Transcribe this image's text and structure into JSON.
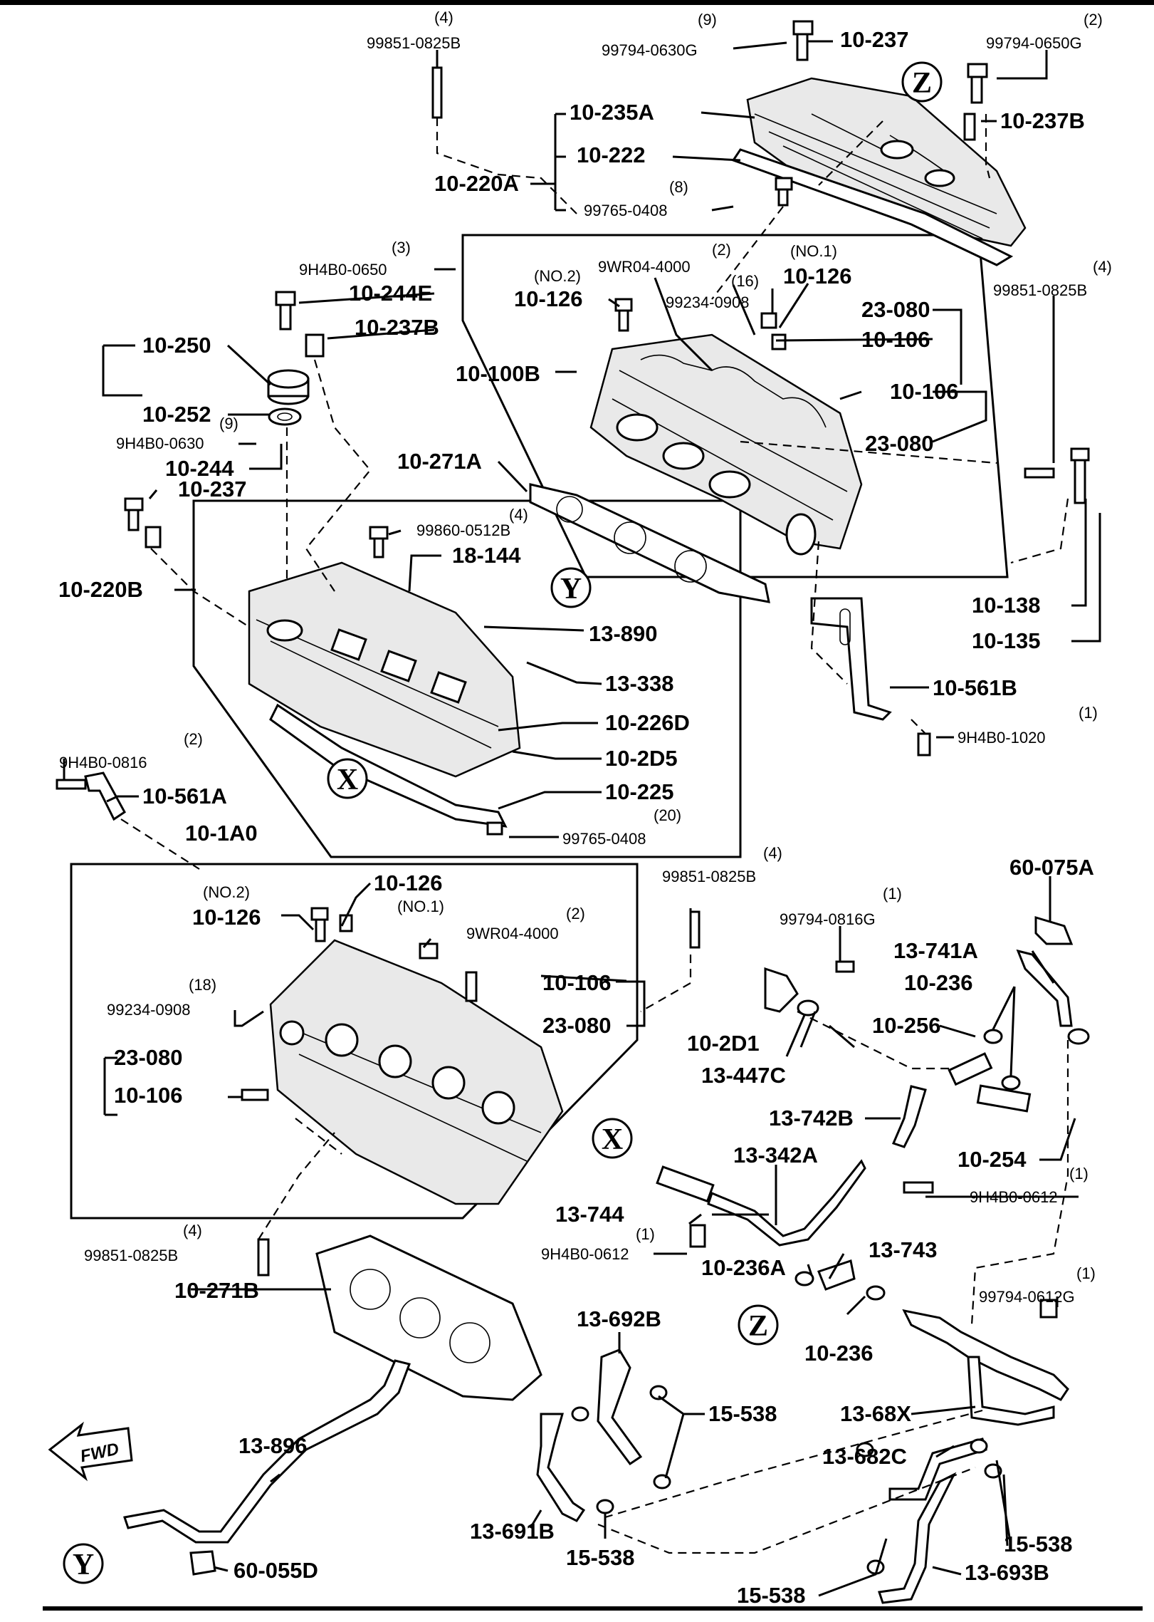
{
  "labels": {
    "p99851_top": "99851-0825B",
    "q99851_top": "(4)",
    "p99794_0630": "99794-0630G",
    "q99794_0630": "(9)",
    "p10_237_top": "10-237",
    "p99794_0650": "99794-0650G",
    "q99794_0650": "(2)",
    "z_top": "Z",
    "p10_235A": "10-235A",
    "p10_237B_top": "10-237B",
    "p10_222": "10-222",
    "p10_220A": "10-220A",
    "p99765_top": "99765-0408",
    "q99765_top": "(8)",
    "p9H4B0_0650": "9H4B0-0650",
    "q9H4B0_0650": "(3)",
    "p10_244E": "10-244E",
    "p10_237B_mid": "10-237B",
    "p9WR04_top": "9WR04-4000",
    "q9WR04_top": "(2)",
    "no2_top": "(NO.2)",
    "p10_126_top_left": "10-126",
    "p99234_top": "99234-0908",
    "q99234_top": "(16)",
    "no1_top": "(NO.1)",
    "p10_126_top_right": "10-126",
    "p23_080_a": "23-080",
    "p10_106_a": "10-106",
    "p99851_right": "99851-0825B",
    "q99851_right": "(4)",
    "p10_250": "10-250",
    "p10_100B": "10-100B",
    "p10_252": "10-252",
    "p9H4B0_0630": "9H4B0-0630",
    "q9H4B0_0630": "(9)",
    "p10_244": "10-244",
    "p10_237_left": "10-237",
    "p10_106_b": "10-106",
    "p23_080_b": "23-080",
    "p10_271A": "10-271A",
    "p99860": "99860-0512B",
    "q99860": "(4)",
    "p18_144": "18-144",
    "p10_220B": "10-220B",
    "y_mid": "Y",
    "p13_890": "13-890",
    "p10_138": "10-138",
    "p13_338": "13-338",
    "p10_135": "10-135",
    "p10_561B": "10-561B",
    "p9H4B0_1020": "9H4B0-1020",
    "q9H4B0_1020": "(1)",
    "p10_226D": "10-226D",
    "p10_2D5": "10-2D5",
    "p9H4B0_0816": "9H4B0-0816",
    "q9H4B0_0816": "(2)",
    "p10_561A": "10-561A",
    "p10_225": "10-225",
    "x_mid": "X",
    "p99765_mid": "99765-0408",
    "q99765_mid": "(20)",
    "p10_1A0": "10-1A0",
    "p99851_mid": "99851-0825B",
    "q99851_mid": "(4)",
    "p60_075A": "60-075A",
    "no2_low": "(NO.2)",
    "p10_126_low_a": "10-126",
    "no1_low": "(NO.1)",
    "p10_126_low_b": "10-126",
    "p9WR04_low": "9WR04-4000",
    "q9WR04_low": "(2)",
    "p99794_0816": "99794-0816G",
    "q99794_0816": "(1)",
    "p13_741A": "13-741A",
    "p99234_low": "99234-0908",
    "q99234_low": "(18)",
    "p10_106_c": "10-106",
    "p10_236_a": "10-236",
    "p23_080_c": "23-080",
    "p10_256": "10-256",
    "p10_2D1": "10-2D1",
    "p23_080_d": "23-080",
    "p13_447C": "13-447C",
    "p10_106_d": "10-106",
    "p13_742B": "13-742B",
    "x_low": "X",
    "p13_342A": "13-342A",
    "p10_254": "10-254",
    "q9H4B0_0612_a": "(1)",
    "p9H4B0_0612_a": "9H4B0-0612",
    "p13_744": "13-744",
    "p99851_low": "99851-0825B",
    "q99851_low": "(4)",
    "p9H4B0_0612_b": "9H4B0-0612",
    "q9H4B0_0612_b": "(1)",
    "p13_743": "13-743",
    "p10_236A": "10-236A",
    "p99794_0612": "99794-0612G",
    "q99794_0612": "(1)",
    "p10_271B": "10-271B",
    "p13_692B": "13-692B",
    "z_low": "Z",
    "p10_236_b": "10-236",
    "p15_538_a": "15-538",
    "p13_68X": "13-68X",
    "p13_896": "13-896",
    "p13_682C": "13-682C",
    "fwd": "FWD",
    "p13_691B": "13-691B",
    "p15_538_b": "15-538",
    "p15_538_c": "15-538",
    "y_low": "Y",
    "p60_055D": "60-055D",
    "p15_538_d": "15-538",
    "p13_693B": "13-693B"
  }
}
